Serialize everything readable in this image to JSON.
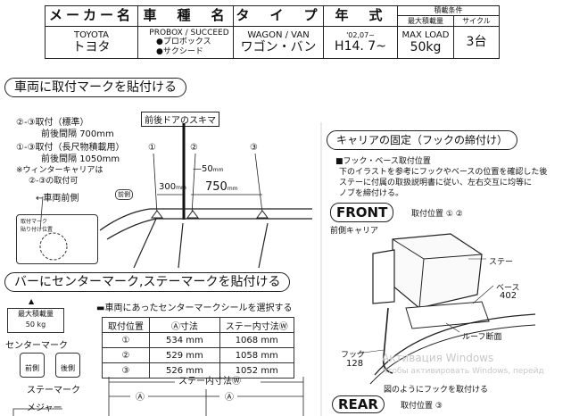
{
  "spec_table": {
    "headers": [
      "メーカー名",
      "車　種　名",
      "タ　イ　プ",
      "年　式"
    ],
    "load_group": "積載条件",
    "load_sub": [
      "最大積載量",
      "サイクル"
    ],
    "maker_en": "TOYOTA",
    "maker_ja": "トヨタ",
    "model_en": "PROBOX / SUCCEED",
    "model_1": "●プロボックス",
    "model_2": "●サクシード",
    "type_en": "WAGON / VAN",
    "type_ja": "ワゴン・バン",
    "year_small": "'02,07~",
    "year_big": "H14. 7~",
    "max_load_label": "MAX LOAD",
    "max_load": "50kg",
    "cycle": "3台"
  },
  "section1": {
    "title": "車両に取付マークを貼付ける",
    "gap_label": "前後ドアのスキマ",
    "std_line1": "②-③取付（標準）",
    "std_line2": "前後間隔",
    "std_val": "700mm",
    "long_line1": "①-③取付（長尺物積載用）",
    "long_line2": "前後間隔",
    "long_val": "1050mm",
    "winter1": "※ウィンターキャリアは",
    "winter2": "②-③の取付可",
    "front_label": "←車両前側",
    "mark_label1": "取付マーク",
    "mark_label2": "貼り付け位置",
    "dim_50": "50",
    "dim_50_unit": "mm",
    "dim_300": "300",
    "dim_300_unit": "mm",
    "dim_750": "750",
    "dim_750_unit": "mm",
    "num1": "①",
    "num2": "②",
    "num3": "③",
    "front_tag": "前側"
  },
  "section2": {
    "title": "バーにセンターマーク,ステーマークを貼付ける",
    "instruction": "▬車両にあったセンターマークシールを選択する",
    "sticker_top": "最大積載量",
    "sticker_val": "50 kg",
    "center_mark": "センターマーク",
    "front_tag": "前側",
    "rear_tag": "後側",
    "stay_mark": "ステーマーク",
    "measure": "メジャー",
    "stay_inner": "ステー内寸法Ⓦ",
    "a_label": "Ⓐ",
    "table_headers": [
      "取付位置",
      "Ⓐ寸法",
      "ステー内寸法Ⓦ"
    ],
    "table_rows": [
      [
        "①",
        "534 mm",
        "1068 mm"
      ],
      [
        "②",
        "529 mm",
        "1058 mm"
      ],
      [
        "③",
        "526 mm",
        "1052 mm"
      ]
    ]
  },
  "section3": {
    "title": "キャリアの固定（フックの締付け）",
    "hook_pos": "■フック・ベース取付位置",
    "desc1": "下のイラストを参考にフックやベースの位置を確認した後",
    "desc2": "ステーに付属の取扱説明書に従い、左右交互に均等に",
    "desc3": "ノブを締付ける。",
    "front_title": "FRONT",
    "front_pos": "取付位置 ① ②",
    "front_carrier": "前側キャリア",
    "stay": "ステー",
    "base": "ベース",
    "base_num": "402",
    "roof": "ルーフ断面",
    "hook": "フック",
    "hook_num": "128",
    "hook_instr": "図のようにフックを取付ける",
    "rear_title": "REAR",
    "rear_pos": "取付位置 ③"
  },
  "watermark": {
    "line1": "Активация Windows",
    "line2": "Чтобы активировать Windows, перейд"
  }
}
